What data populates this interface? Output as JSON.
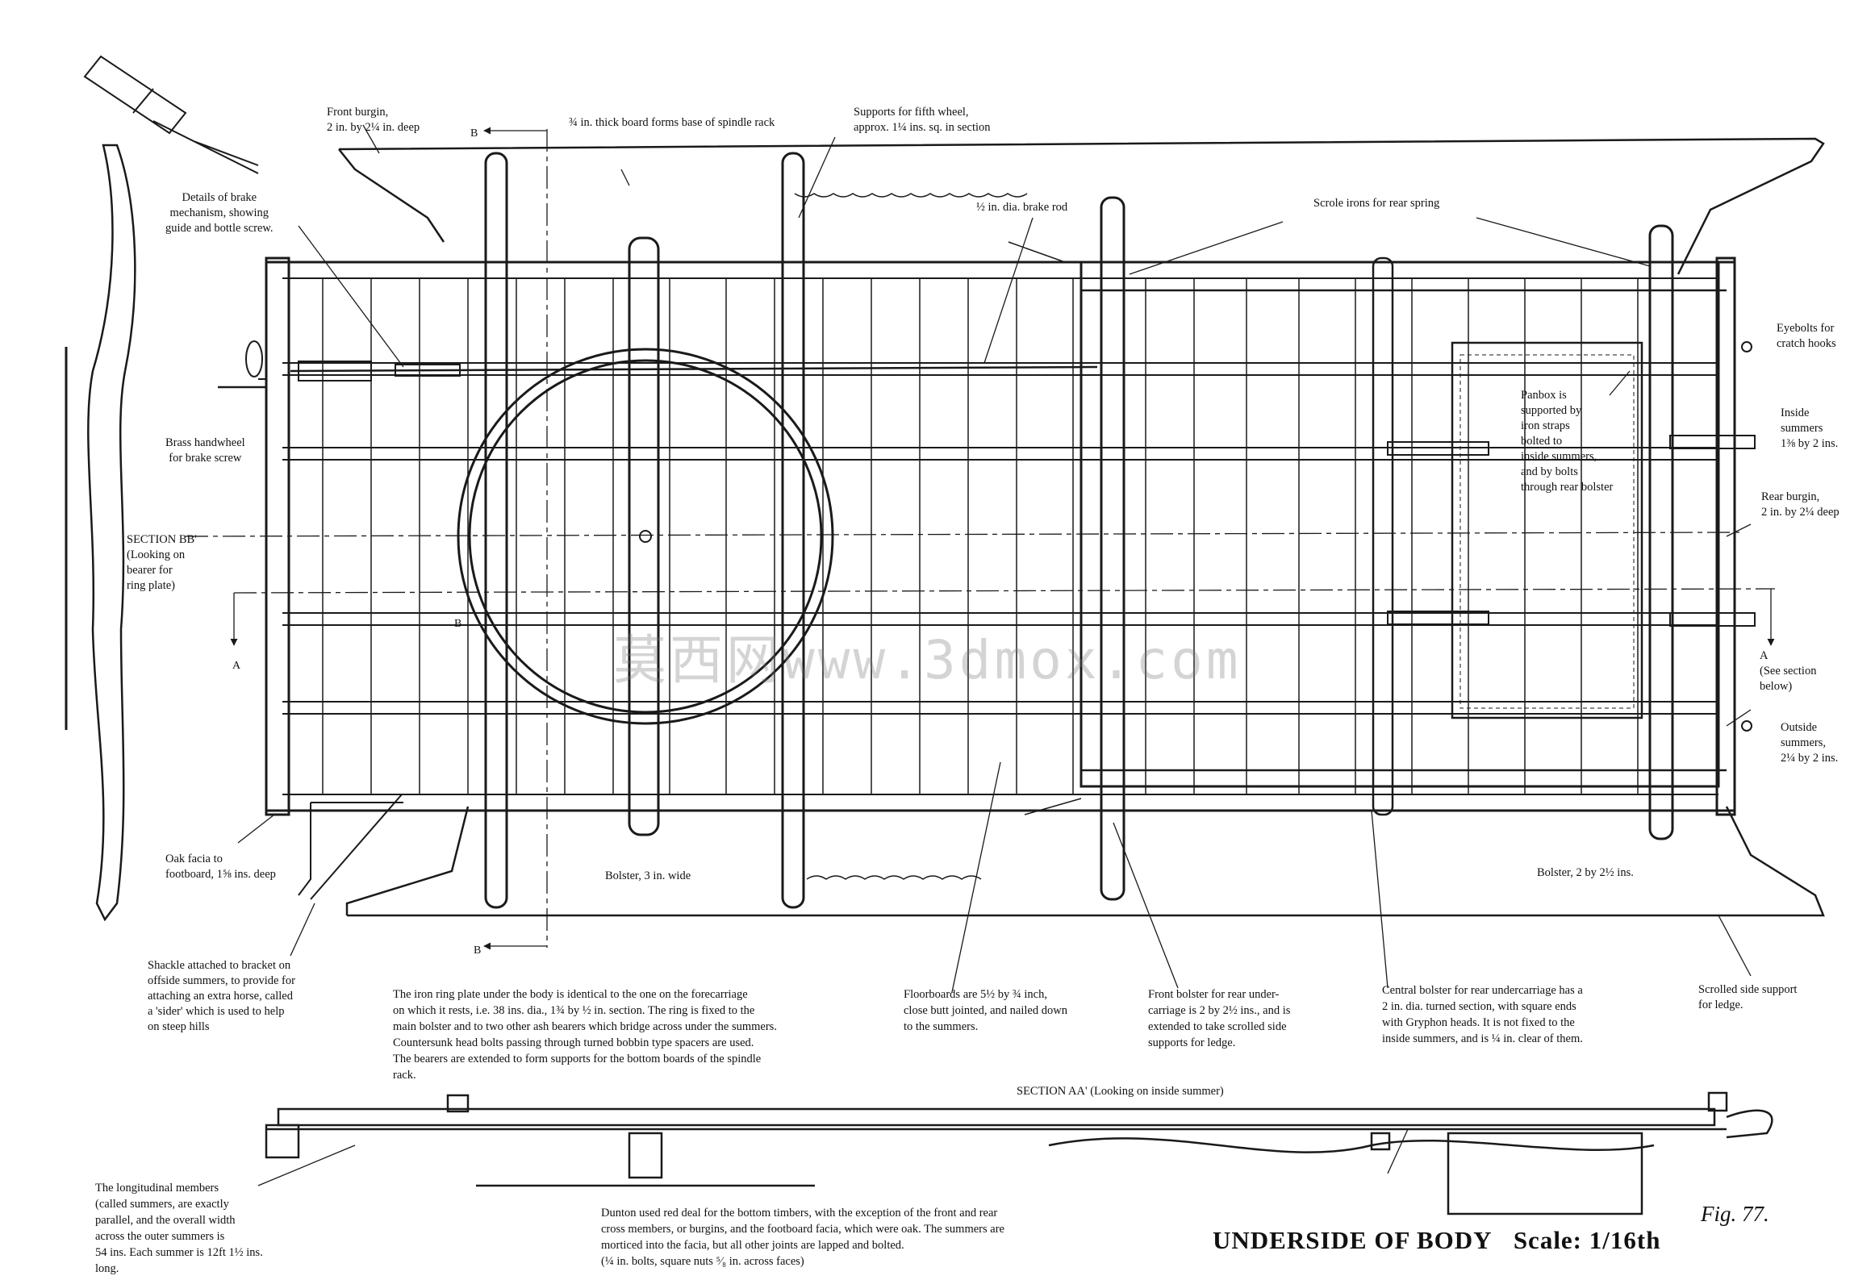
{
  "figure": {
    "title": "UNDERSIDE OF BODY",
    "scale": "Scale: 1/16th",
    "fig_no": "Fig. 77.",
    "watermark": "莫西网www.3dmox.com"
  },
  "labels": {
    "front_burgin": "Front burgin,\n2 in. by 2¼ in. deep",
    "board": "¾ in. thick board forms base of spindle rack",
    "fifth_wheel": "Supports for fifth wheel,\napprox. 1¼ ins. sq. in section",
    "brake_rod": "½ in. dia. brake rod",
    "scrole_irons": "Scrole irons for rear spring",
    "brake_details": "Details of brake\nmechanism, showing\nguide and bottle screw.",
    "handwheel": "Brass handwheel\nfor brake screw",
    "section_bb": "SECTION BB'\n(Looking on\nbearer for\nring plate)",
    "eyebolts": "Eyebolts for\ncratch hooks",
    "inside_summers": "Inside\nsummers\n1⅜ by 2 ins.",
    "rear_burgin": "Rear burgin,\n2 in. by 2¼ deep",
    "a_right": "A\n(See section\nbelow)",
    "outside_summers": "Outside\nsummers,\n2¼ by 2 ins.",
    "panbox": "Panbox is\nsupported by\niron straps\nbolted to\ninside summers,\nand by bolts\nthrough rear bolster",
    "oak_facia": "Oak facia to\nfootboard, 1⅝ ins. deep",
    "bolster_front": "Bolster, 3 in. wide",
    "bolster_rear": "Bolster, 2 by 2½ ins.",
    "shackle": "Shackle attached to bracket on\noffside summers, to provide for\nattaching an extra horse, called\na 'sider' which is used to help\non steep hills",
    "ring_plate": "The iron ring plate under the body is identical to the one on the forecarriage\non which it rests, i.e. 38 ins. dia., 1¾ by ½ in. section.  The ring is fixed to the\nmain bolster and to two other ash bearers which bridge across under the summers.\nCountersunk head bolts passing through turned bobbin type spacers are used.\nThe bearers are extended to form supports for the bottom boards of the spindle\nrack.",
    "floorboards": "Floorboards are 5½ by ¾ inch,\nclose butt jointed, and nailed down\nto the summers.",
    "front_bolster_rear": "Front bolster for rear under-\ncarriage is 2 by 2½ ins., and is\nextended to take scrolled side\nsupports for ledge.",
    "central_bolster": "Central bolster for rear undercarriage has a\n2 in. dia. turned section, with square ends\nwith Gryphon heads.  It is not fixed to the\ninside summers, and is ¼ in. clear of them.",
    "scrolled_side": "Scrolled side support\nfor ledge.",
    "section_aa": "SECTION AA' (Looking on inside summer)",
    "longitudinal": "The longitudinal members\n(called summers, are exactly\nparallel, and the overall width\nacross the outer summers is\n54 ins. Each summer is 12ft 1½ ins.\nlong.",
    "dunton": "Dunton used red deal for the bottom timbers, with the exception of the front and rear\ncross members, or burgins, and the footboard facia, which were oak.  The summers are\nmorticed into the facia, but all other joints are lapped and bolted.\n(¼ in. bolts, square nuts ⁵⁄₈ in. across faces)"
  },
  "marks": {
    "b_top": "B",
    "b_mid": "B",
    "b_bottom": "B",
    "a_left": "A"
  }
}
